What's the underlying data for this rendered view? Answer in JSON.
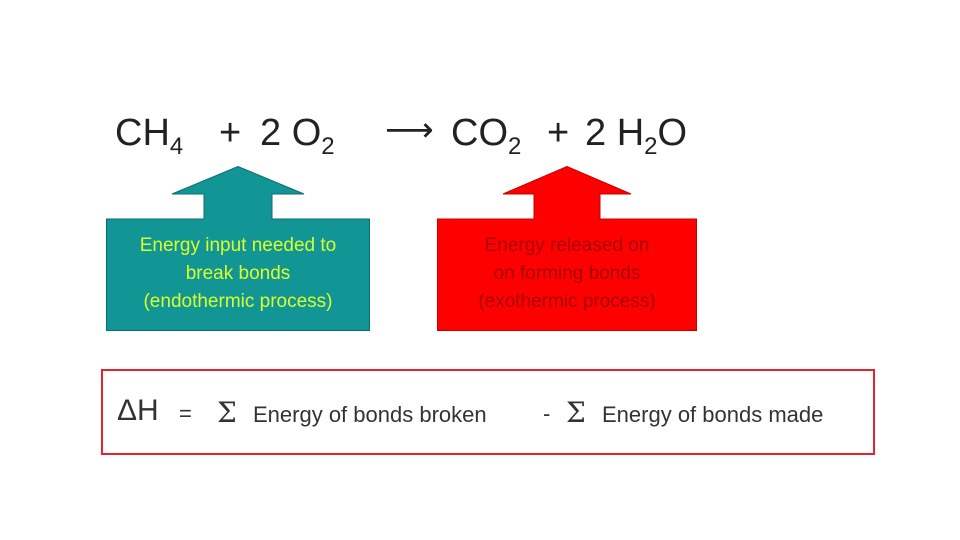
{
  "equation": {
    "reactant1": "CH",
    "reactant1_sub": "4",
    "plus1": "+",
    "reactant2": "2 O",
    "reactant2_sub": "2",
    "arrow": "⟶",
    "product1": "CO",
    "product1_sub": "2",
    "plus2": "+",
    "product2_a": "2 H",
    "product2_sub": "2",
    "product2_b": "O"
  },
  "callouts": {
    "endothermic": {
      "lines": [
        "Energy input needed to",
        "break bonds",
        "(endothermic process)"
      ],
      "fill": "#119595",
      "text_color": "#d8ff2a"
    },
    "exothermic": {
      "lines": [
        "Energy released on",
        "on forming bonds",
        "(exothermic process)"
      ],
      "fill": "#ff0000",
      "text_color": "#a80000"
    }
  },
  "formula": {
    "delta_h": "ΔH",
    "equals": "=",
    "sigma1": "Σ",
    "term1": "Energy of bonds broken",
    "minus": "-",
    "sigma2": "Σ",
    "term2": "Energy of bonds made",
    "border_color": "#e8222b"
  }
}
